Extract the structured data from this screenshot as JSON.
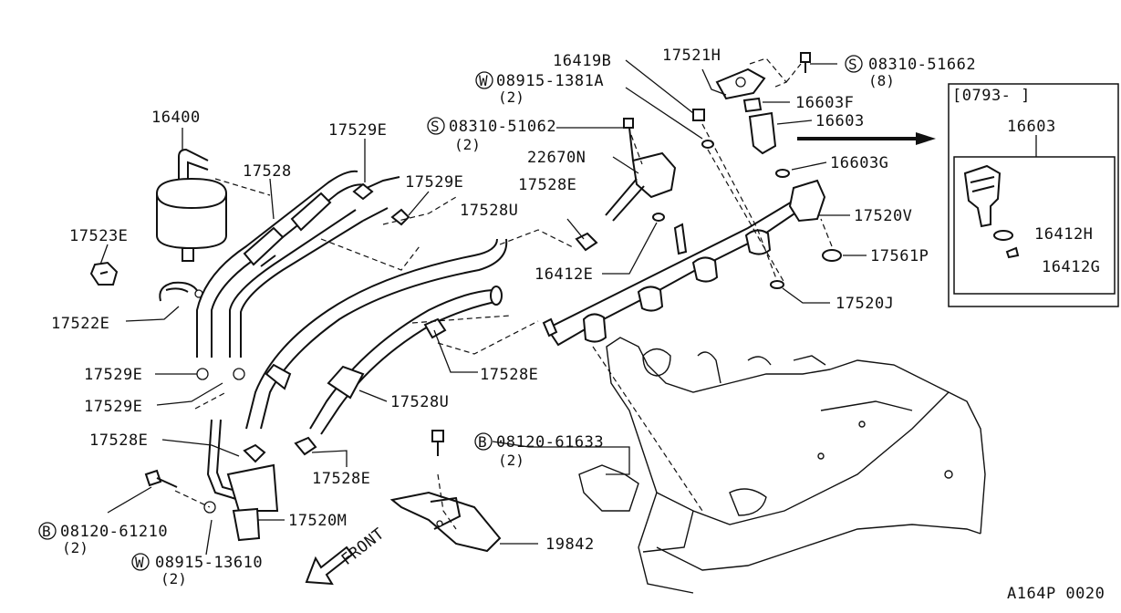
{
  "labels": {
    "p16400": "16400",
    "p17528": "17528",
    "p17529E_top": "17529E",
    "p17529E_mid": "17529E",
    "p17523E": "17523E",
    "p17522E": "17522E",
    "p17529E_l1": "17529E",
    "p17529E_l2": "17529E",
    "p17528E_left": "17528E",
    "p17528E_low": "17528E",
    "p17528E_mid": "17528E",
    "p17528E_top": "17528E",
    "p17528U_top": "17528U",
    "p17528U_low": "17528U",
    "p17520M": "17520M",
    "p22670N": "22670N",
    "p16412E": "16412E",
    "p16419B": "16419B",
    "p17521H": "17521H",
    "p16603F": "16603F",
    "p16603": "16603",
    "p16603G": "16603G",
    "p17520V": "17520V",
    "p17561P": "17561P",
    "p17520J": "17520J",
    "p19842": "19842",
    "inset_range": "[0793-      ]",
    "inset_16603": "16603",
    "inset_16412H": "16412H",
    "inset_16412G": "16412G",
    "front": "FRONT",
    "diagram_id": "A164P 0020"
  },
  "fasteners": {
    "w_0891513810A": {
      "prefix": "W",
      "number": "08915-1381A",
      "qty": "(2)"
    },
    "s_0831051062": {
      "prefix": "S",
      "number": "08310-51062",
      "qty": "(2)"
    },
    "s_0831051662": {
      "prefix": "S",
      "number": "08310-51662",
      "qty": "(8)"
    },
    "b_0812061633": {
      "prefix": "B",
      "number": "08120-61633",
      "qty": "(2)"
    },
    "b_0812061210": {
      "prefix": "B",
      "number": "08120-61210",
      "qty": "(2)"
    },
    "w_0891513610": {
      "prefix": "W",
      "number": "08915-13610",
      "qty": "(2)"
    }
  }
}
